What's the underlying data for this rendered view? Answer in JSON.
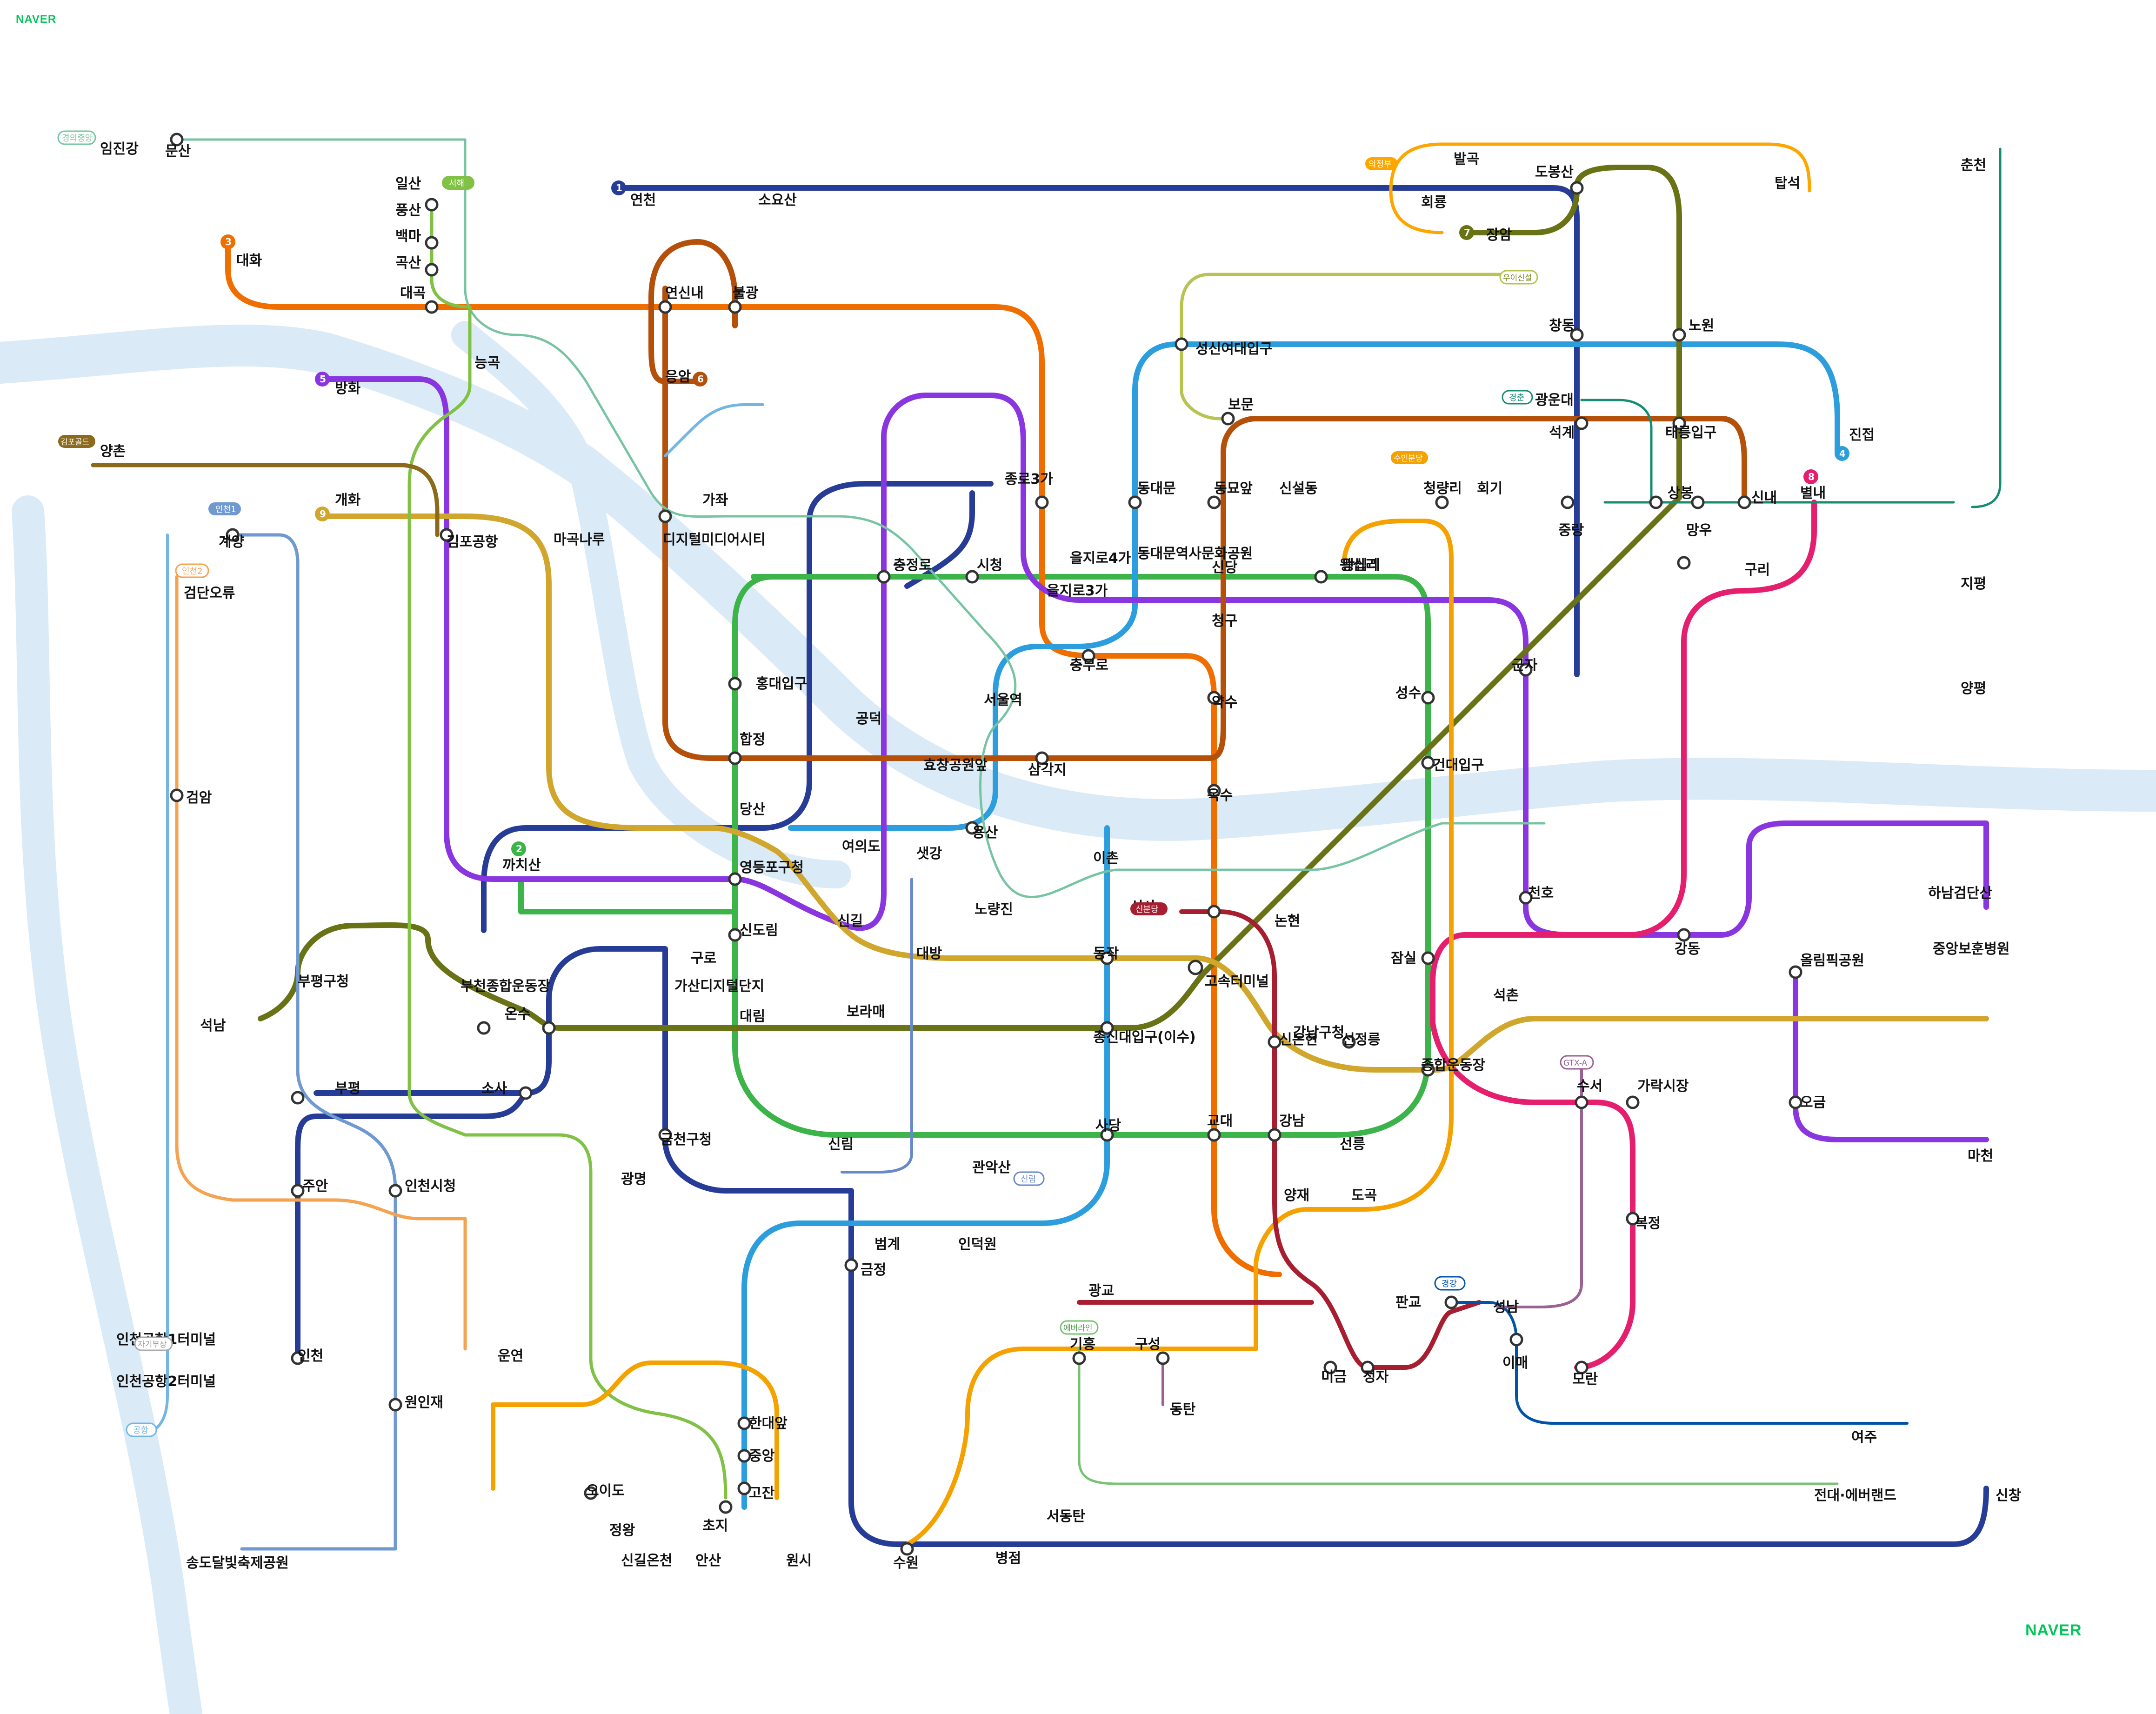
{
  "brand": {
    "top": "NAVER",
    "bottom": "NAVER"
  },
  "colors": {
    "water": "#dbeaf7",
    "line1": "#263c96",
    "line2": "#3cb44a",
    "line3": "#f06e00",
    "line4": "#2c9ede",
    "line5": "#8936e0",
    "line6": "#b5500b",
    "line7": "#697215",
    "line8": "#e51e6e",
    "line9": "#d1a62c",
    "gyeongui": "#77c4a3",
    "suin": "#f5a200",
    "airport": "#73b6e4",
    "shinbundang": "#a71e31",
    "gyeonggang": "#0054a6",
    "seohae": "#81c146",
    "ui": "#b7c450",
    "gimpo": "#8c6a1c",
    "incheon1": "#6f99d0",
    "incheon2": "#f5a251",
    "gtxa": "#9a6292",
    "everline": "#77c371",
    "uijeongbu": "#fda600",
    "sillim": "#6789ca",
    "gyeongchun": "#178c72"
  },
  "line_badges": [
    {
      "id": "L1a",
      "text": "1",
      "color": "#263c96"
    },
    {
      "id": "L2",
      "text": "2",
      "color": "#3cb44a"
    },
    {
      "id": "L3",
      "text": "3",
      "color": "#f06e00"
    },
    {
      "id": "L4",
      "text": "4",
      "color": "#2c9ede"
    },
    {
      "id": "L5",
      "text": "5",
      "color": "#8936e0"
    },
    {
      "id": "L6",
      "text": "6",
      "color": "#b5500b"
    },
    {
      "id": "L7",
      "text": "7",
      "color": "#697215"
    },
    {
      "id": "L8",
      "text": "8",
      "color": "#e51e6e"
    },
    {
      "id": "L9",
      "text": "9",
      "color": "#d1a62c"
    }
  ],
  "line_tags": [
    {
      "id": "t-gyeongui",
      "text": "경의중앙",
      "color": "#77c4a3"
    },
    {
      "id": "t-seohae",
      "text": "서해",
      "color": "#81c146"
    },
    {
      "id": "t-gimpogold",
      "text": "김포골드",
      "color": "#8c6a1c"
    },
    {
      "id": "t-incheon1",
      "text": "인천1",
      "color": "#6f99d0"
    },
    {
      "id": "t-incheon2",
      "text": "인천2",
      "color": "#f5a251"
    },
    {
      "id": "t-shinbundang",
      "text": "신분당",
      "color": "#a71e31"
    },
    {
      "id": "t-gyeongchun",
      "text": "경춘",
      "color": "#178c72"
    },
    {
      "id": "t-uijeongbu",
      "text": "의정부",
      "color": "#fda600"
    },
    {
      "id": "t-ui",
      "text": "우이신설",
      "color": "#b7c450"
    },
    {
      "id": "t-suin",
      "text": "수인분당",
      "color": "#f5a200"
    },
    {
      "id": "t-everline",
      "text": "에버라인",
      "color": "#77c371"
    },
    {
      "id": "t-gyeonggang",
      "text": "경강",
      "color": "#0054a6"
    },
    {
      "id": "t-sillim",
      "text": "신림",
      "color": "#6789ca"
    },
    {
      "id": "t-gtxa",
      "text": "GTX-A",
      "color": "#9a6292"
    },
    {
      "id": "t-airport",
      "text": "공항",
      "color": "#73b6e4"
    },
    {
      "id": "t-jagi",
      "text": "자기부상",
      "color": "#aaaaaa"
    }
  ],
  "stations": {
    "major": [
      "임진강",
      "문산",
      "일산",
      "풍산",
      "백마",
      "곡산",
      "대곡",
      "대화",
      "연천",
      "소요산",
      "발곡",
      "회룡",
      "장암",
      "도봉산",
      "탑석",
      "춘천",
      "연신내",
      "불광",
      "응암",
      "능곡",
      "방화",
      "양촌",
      "김포공항",
      "마곡나루",
      "개화",
      "디지털미디어시티",
      "가좌",
      "홍대입구",
      "합정",
      "충정로",
      "시청",
      "종로3가",
      "을지로4가",
      "을지로3가",
      "충무로",
      "동대문",
      "동대문역사문화공원",
      "동묘앞",
      "신설동",
      "보문",
      "성신여대입구",
      "청량리",
      "회기",
      "왕십리",
      "석계",
      "태릉입구",
      "창동",
      "노원",
      "진접",
      "광운대",
      "신내",
      "별내",
      "상봉",
      "망우",
      "중랑",
      "구리",
      "계양",
      "검단오류",
      "검암",
      "부평구청",
      "석남",
      "까치산",
      "영등포구청",
      "신도림",
      "구로",
      "대림",
      "신길",
      "여의도",
      "샛강",
      "대방",
      "노량진",
      "동작",
      "용산",
      "서울역",
      "공덕",
      "효창공원앞",
      "삼각지",
      "당산",
      "이촌",
      "옥수",
      "약수",
      "신당",
      "청구",
      "왕십리",
      "성수",
      "건대입구",
      "군자",
      "천호",
      "강동",
      "올림픽공원",
      "중앙보훈병원",
      "하남검단산",
      "가락시장",
      "오금",
      "마천",
      "수서",
      "복정",
      "석촌",
      "잠실",
      "종합운동장",
      "선정릉",
      "선릉",
      "강남",
      "교대",
      "사당",
      "고속터미널",
      "신논현",
      "논현",
      "신사",
      "강남구청",
      "총신대입구(이수)",
      "온수",
      "부천종합운동장",
      "가산디지털단지",
      "보라매",
      "신림",
      "관악산",
      "금천구청",
      "광명",
      "금정",
      "범계",
      "인덕원",
      "판교",
      "정자",
      "미금",
      "이매",
      "성남",
      "모란",
      "양재",
      "도곡",
      "광교",
      "구성",
      "기흥",
      "동탄",
      "수원",
      "서동탄",
      "병점",
      "신창",
      "초지",
      "고잔",
      "중앙",
      "한대앞",
      "오이도",
      "정왕",
      "신길온천",
      "안산",
      "원시",
      "인천",
      "원인재",
      "인천시청",
      "주안",
      "부평",
      "소사",
      "운연",
      "인천공항1터미널",
      "인천공항2터미널",
      "송도달빛축제공원",
      "지평",
      "양평",
      "여주",
      "전대·에버랜드"
    ]
  }
}
